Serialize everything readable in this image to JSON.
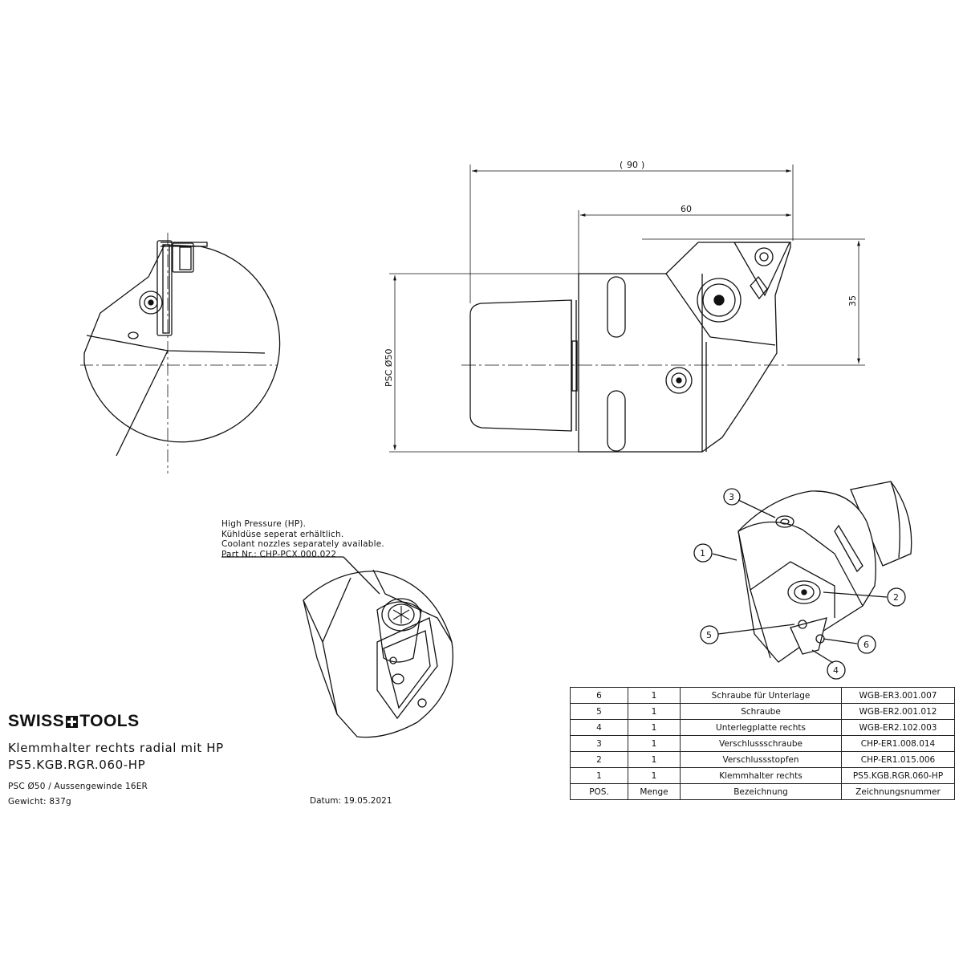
{
  "dimensions": {
    "total_length": "90",
    "head_length": "60",
    "offset": "35",
    "psc_diameter": "PSC Ø50"
  },
  "callouts": [
    "1",
    "2",
    "3",
    "4",
    "5",
    "6"
  ],
  "hp_note": [
    "High Pressure (HP).",
    "Kühldüse seperat erhältlich.",
    "Coolant nozzles separately available.",
    "Part Nr.: CHP-PCX.000.022"
  ],
  "title_block": {
    "brand_left": "SWISS",
    "brand_right": "TOOLS",
    "title": "Klemmhalter rechts radial mit HP",
    "part_number": "PS5.KGB.RGR.060-HP",
    "spec": "PSC Ø50 / Aussengewinde 16ER",
    "weight": "Gewicht: 837g",
    "date": "Datum: 19.05.2021"
  },
  "parts_list": {
    "headers": [
      "POS.",
      "Menge",
      "Bezeichnung",
      "Zeichnungsnummer"
    ],
    "rows": [
      [
        "6",
        "1",
        "Schraube für Unterlage",
        "WGB-ER3.001.007"
      ],
      [
        "5",
        "1",
        "Schraube",
        "WGB-ER2.001.012"
      ],
      [
        "4",
        "1",
        "Unterlegplatte rechts",
        "WGB-ER2.102.003"
      ],
      [
        "3",
        "1",
        "Verschlussschraube",
        "CHP-ER1.008.014"
      ],
      [
        "2",
        "1",
        "Verschlussstopfen",
        "CHP-ER1.015.006"
      ],
      [
        "1",
        "1",
        "Klemmhalter rechts",
        "PS5.KGB.RGR.060-HP"
      ]
    ]
  }
}
